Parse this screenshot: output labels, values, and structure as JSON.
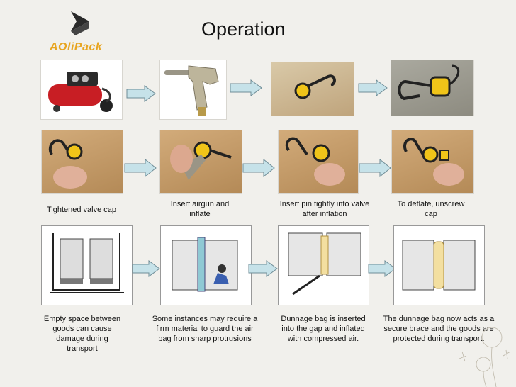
{
  "logo": {
    "text": "AOliPack"
  },
  "title": "Operation",
  "row2_captions": [
    "Tightened valve cap",
    "Insert airgun and inflate",
    "Insert pin tightly into valve after inflation",
    "To deflate, unscrew cap"
  ],
  "row3_captions": [
    "Empty space between goods can cause damage during transport",
    "Some instances may require a firm material to guard the air bag from sharp protrusions",
    "Dunnage bag is inserted into the gap and inflated with compressed air.",
    "The dunnage bag now acts as a secure brace and the goods are protected during transport."
  ],
  "colors": {
    "accent": "#e8a521",
    "arrow_fill": "#c6e2e9",
    "arrow_stroke": "#6f8d97"
  }
}
